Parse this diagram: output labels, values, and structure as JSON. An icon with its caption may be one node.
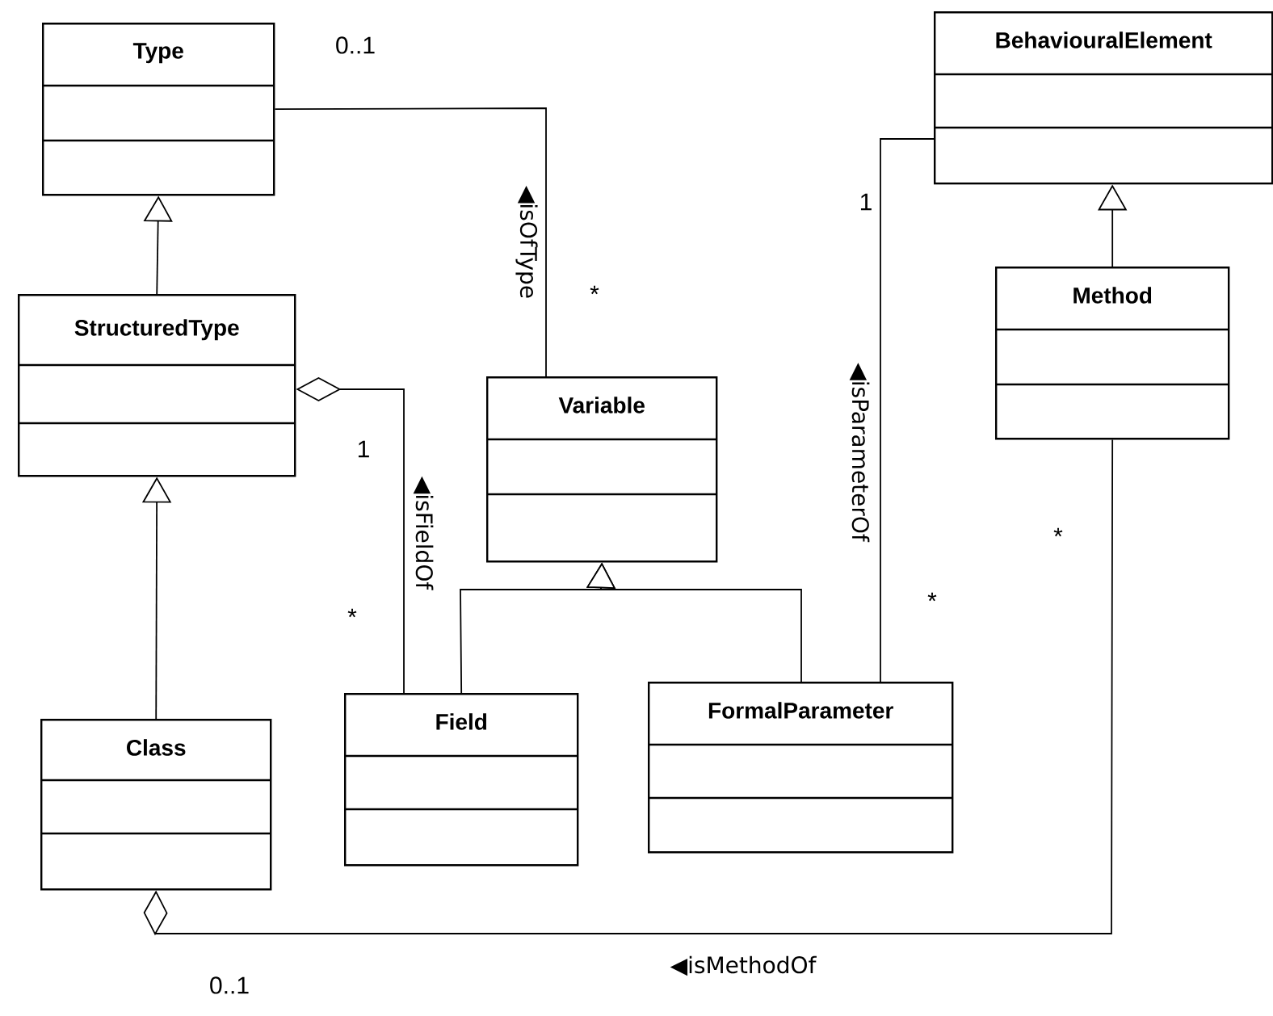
{
  "diagram": {
    "nodes": [
      {
        "text": [
          "Type"
        ]
      },
      {
        "text": [
          "StructuredType"
        ]
      },
      {
        "text": [
          "Class"
        ]
      },
      {
        "text": [
          "Variable"
        ]
      },
      {
        "text": [
          "Field"
        ]
      },
      {
        "text": [
          "FormalParameter"
        ]
      },
      {
        "text": [
          "BehaviouralElement"
        ]
      },
      {
        "text": [
          "Method"
        ]
      }
    ],
    "edges": [
      {
        "from": 1,
        "to": 0,
        "arrow": "to"
      },
      {
        "from": 2,
        "to": 1,
        "arrow": "to"
      },
      {
        "from": 4,
        "to": 3,
        "arrow": "to"
      },
      {
        "from": 5,
        "to": 3,
        "arrow": "to"
      },
      {
        "from": 7,
        "to": 6,
        "arrow": "to"
      },
      {
        "from": 0,
        "to": 3,
        "arrow": "none",
        "label": "◀isOfType"
      },
      {
        "from": 1,
        "to": 4,
        "arrow": "other",
        "label": "◀isFieldOf"
      },
      {
        "from": 6,
        "to": 5,
        "arrow": "none",
        "label": "◀isParameterOf"
      },
      {
        "from": 2,
        "to": 7,
        "arrow": "other",
        "label": "◀isMethodOf"
      }
    ],
    "labels": [
      "0..1",
      "1",
      "*",
      "1",
      "*",
      "*",
      "*",
      "0..1"
    ]
  }
}
